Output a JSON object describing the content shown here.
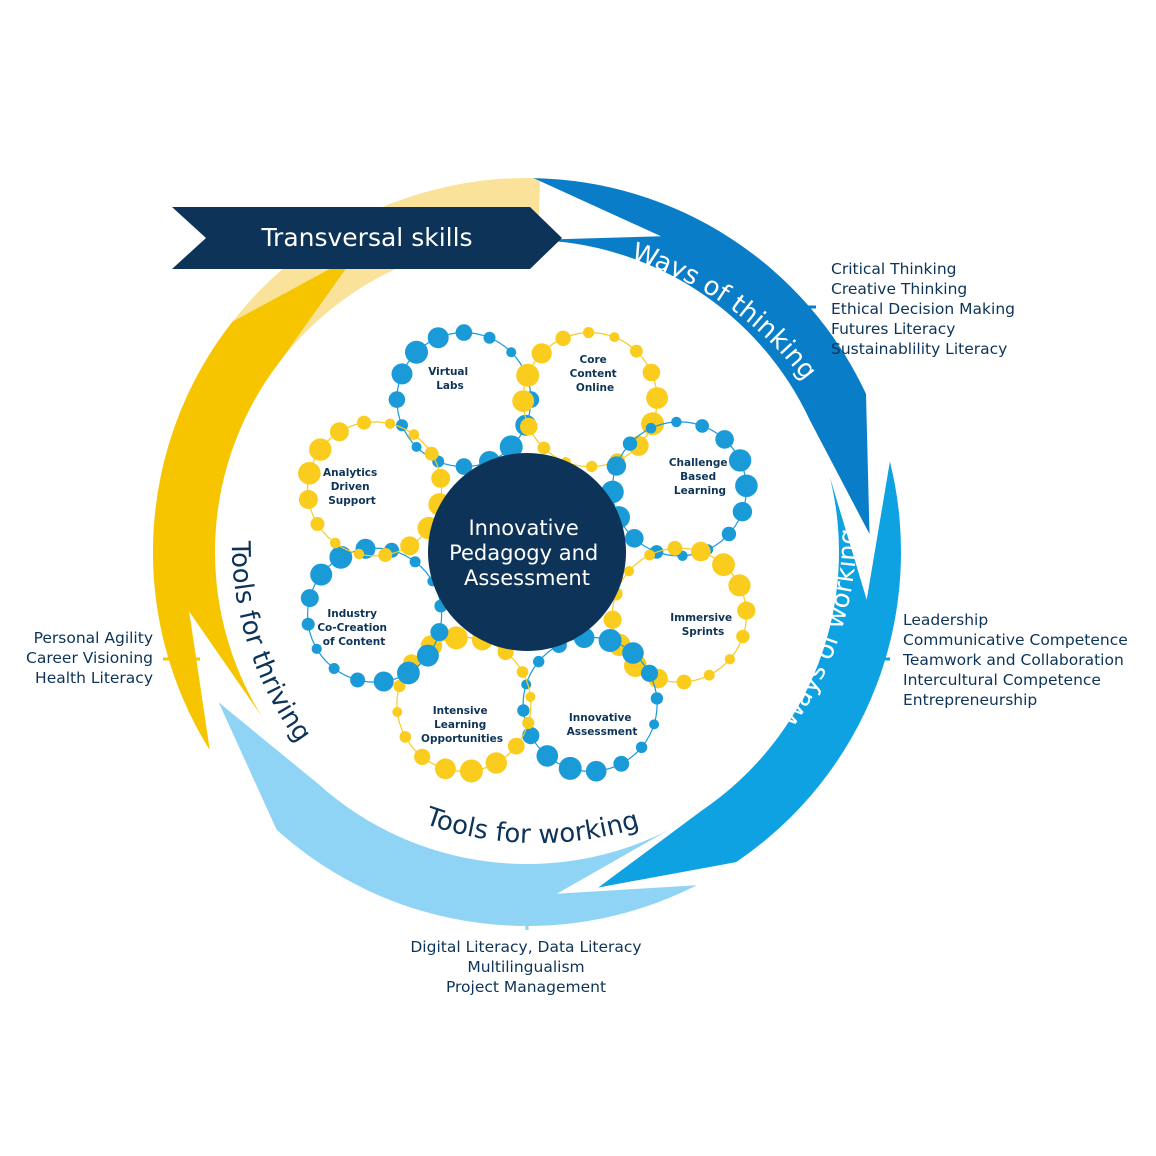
{
  "colors": {
    "navy": "#0d3458",
    "thinking_blue": "#0a7dc8",
    "working_blue": "#0ea2e2",
    "tools_working_blue": "#8fd4f5",
    "thriving_yellow": "#f7c500",
    "pale_yellow": "#fbe29a",
    "dot_blue": "#1b9ad8",
    "dot_yellow": "#f9cc1d"
  },
  "banner": {
    "title": "Transversal skills"
  },
  "center": {
    "lines": [
      "Innovative",
      "Pedagogy and",
      "Assessment"
    ]
  },
  "segments": {
    "ways_of_thinking": {
      "label": "Ways of thinking",
      "items": [
        "Critical Thinking",
        "Creative Thinking",
        "Ethical Decision Making",
        "Futures Literacy",
        "Sustainablility Literacy"
      ]
    },
    "ways_of_working": {
      "label": "Ways of working",
      "items": [
        "Leadership",
        "Communicative Competence",
        "Teamwork and Collaboration",
        "Intercultural Competence",
        "Entrepreneurship"
      ]
    },
    "tools_for_working": {
      "label": "Tools for working",
      "items": [
        "Digital Literacy, Data Literacy",
        "Multilingualism",
        "Project Management"
      ]
    },
    "tools_for_thriving": {
      "label": "Tools for thriving",
      "items": [
        "Personal Agility",
        "Career Visioning",
        "Health Literacy"
      ]
    }
  },
  "petals": [
    {
      "lines": [
        "Virtual",
        "Labs"
      ]
    },
    {
      "lines": [
        "Core",
        "Content",
        "Online"
      ]
    },
    {
      "lines": [
        "Challenge",
        "Based",
        "Learning"
      ]
    },
    {
      "lines": [
        "Immersive",
        "Sprints"
      ]
    },
    {
      "lines": [
        "Innovative",
        "Assessment"
      ]
    },
    {
      "lines": [
        "Intensive",
        "Learning",
        "Opportunities"
      ]
    },
    {
      "lines": [
        "Industry",
        "Co-Creation",
        "of Content"
      ]
    },
    {
      "lines": [
        "Analytics",
        "Driven",
        "Support"
      ]
    }
  ]
}
